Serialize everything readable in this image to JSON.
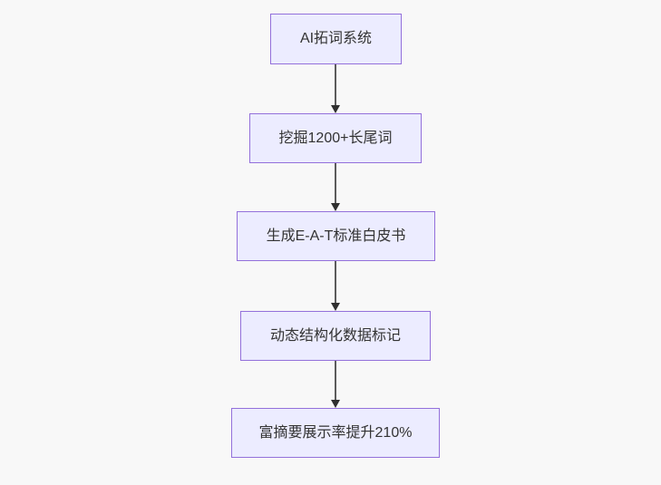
{
  "flowchart": {
    "type": "flowchart",
    "direction": "top-down",
    "nodes": [
      {
        "label": "AI拓词系统"
      },
      {
        "label": "挖掘1200+长尾词"
      },
      {
        "label": "生成E-A-T标准白皮书"
      },
      {
        "label": "动态结构化数据标记"
      },
      {
        "label": "富摘要展示率提升210%"
      }
    ],
    "edges": [
      {
        "from": 0,
        "to": 1
      },
      {
        "from": 1,
        "to": 2
      },
      {
        "from": 2,
        "to": 3
      },
      {
        "from": 3,
        "to": 4
      }
    ],
    "colors": {
      "node_fill": "#ECECFF",
      "node_border": "#9370DB",
      "edge_line": "#5c5c5c",
      "arrowhead": "#2f2f2f",
      "text": "#333333",
      "background": "#f8f8f8"
    }
  }
}
